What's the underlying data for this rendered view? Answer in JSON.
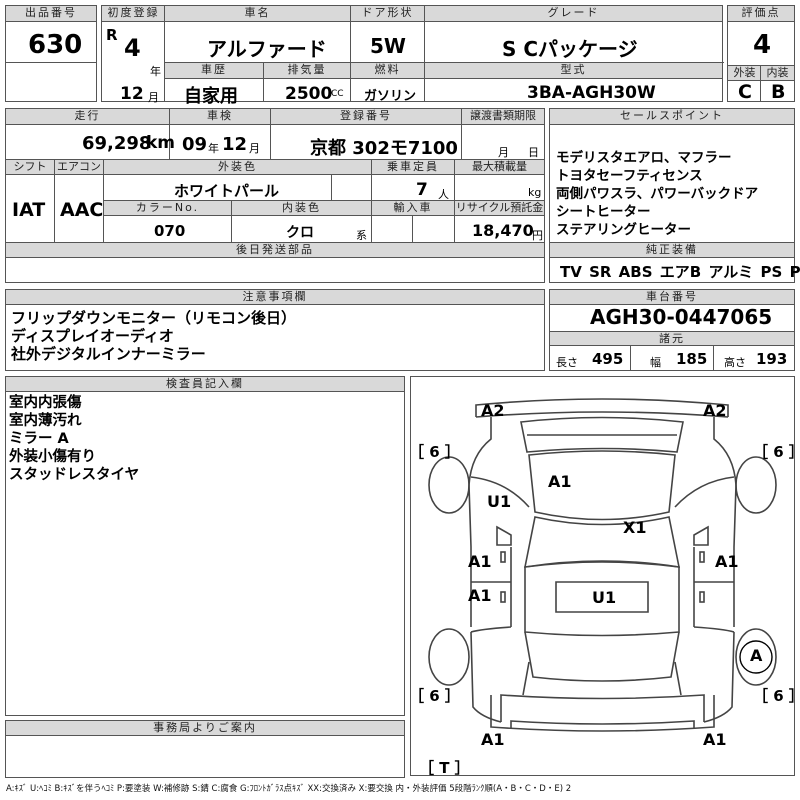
{
  "top": {
    "lot_label": "出品番号",
    "lot": "630",
    "first_reg_label": "初度登録",
    "era": "R",
    "year": "4",
    "year_unit": "年",
    "month": "12",
    "month_unit": "月",
    "car_name_label": "車名",
    "car_name": "アルファード",
    "door_label": "ドア形状",
    "door": "5W",
    "grade_label": "グレード",
    "grade": "S Cパッケージ",
    "score_label": "評価点",
    "score": "4",
    "history_label": "車歴",
    "history": "自家用",
    "cc_label": "排気量",
    "cc": "2500",
    "cc_unit": "CC",
    "fuel_label": "燃料",
    "fuel": "ガソリン",
    "model_label": "型式",
    "model": "3BA-AGH30W",
    "ext_label": "外装",
    "ext_score": "C",
    "int_label": "内装",
    "int_score": "B"
  },
  "mid": {
    "mileage_label": "走行",
    "mileage": "69,298",
    "mileage_unit": "km",
    "inspection_label": "車検",
    "insp_year": "09",
    "insp_year_unit": "年",
    "insp_month": "12",
    "insp_month_unit": "月",
    "plate_label": "登録番号",
    "plate": "京都 302モ7100",
    "transfer_label": "譲渡書類期限",
    "transfer_month": "月",
    "transfer_day": "日",
    "shift_label": "シフト",
    "shift": "IAT",
    "ac_label": "エアコン",
    "ac": "AAC",
    "ext_color_label": "外装色",
    "ext_color": "ホワイトパール",
    "capacity_label": "乗車定員",
    "capacity": "7",
    "capacity_unit": "人",
    "load_label": "最大積載量",
    "load_unit": "kg",
    "color_no_label": "カラーNo.",
    "color_no": "070",
    "int_color_label": "内装色",
    "int_color": "クロ",
    "int_color_unit": "系",
    "import_label": "輸入車",
    "recycle_label": "リサイクル預託金",
    "recycle": "18,470",
    "recycle_unit": "円",
    "later_label": "後日発送部品"
  },
  "sales": {
    "label": "セールスポイント",
    "items": [
      "モデリスタエアロ、マフラー",
      "トヨタセーフティセンス",
      "両側パワスラ、パワーバックドア",
      "シートヒーター",
      "ステアリングヒーター"
    ]
  },
  "equip": {
    "label": "純正装備",
    "items": [
      "TV",
      "SR",
      "ABS",
      "エアB",
      "アルミ",
      "PS",
      "PW"
    ]
  },
  "notes": {
    "label": "注意事項欄",
    "items": [
      "フリップダウンモニター（リモコン後日）",
      "ディスプレイオーディオ",
      "社外デジタルインナーミラー"
    ]
  },
  "chassis": {
    "label": "車台番号",
    "number": "AGH30-0447065",
    "dims_label": "諸元",
    "length_label": "長さ",
    "length": "495",
    "width_label": "幅",
    "width": "185",
    "height_label": "高さ",
    "height": "193"
  },
  "inspector": {
    "label": "検査員記入欄",
    "items": [
      "室内内張傷",
      "室内薄汚れ",
      "ミラー A",
      "外装小傷有り",
      "スタッドレスタイヤ"
    ]
  },
  "diagram": {
    "marks": {
      "front_left": "A2",
      "front_right": "A2",
      "bonnet": "A1",
      "front_left_fender": "U1",
      "windshield": "X1",
      "left_front_door": "A1",
      "left_rear_door": "A1",
      "right_front_door": "A1",
      "roof": "U1",
      "rear_left": "A1",
      "rear_right": "A1",
      "right_rear_circle": "A"
    },
    "tires": [
      "［ 6 ］",
      "［ 6 ］",
      "［ 6 ］",
      "［ 6 ］"
    ],
    "spare": "［ T ］"
  },
  "office": {
    "label": "事務局よりご案内"
  },
  "footer": "A:ｷｽﾞ U:ﾍｺﾐ B:ｷｽﾞを伴うﾍｺﾐ P:要塗装 W:補修跡 S:錆 C:腐食 G:ﾌﾛﾝﾄｶﾞﾗｽ点ｷｽﾞ XX:交換済み X:要交換 内・外装評価 5段階ﾗﾝｸ順(A・B・C・D・E) 2"
}
